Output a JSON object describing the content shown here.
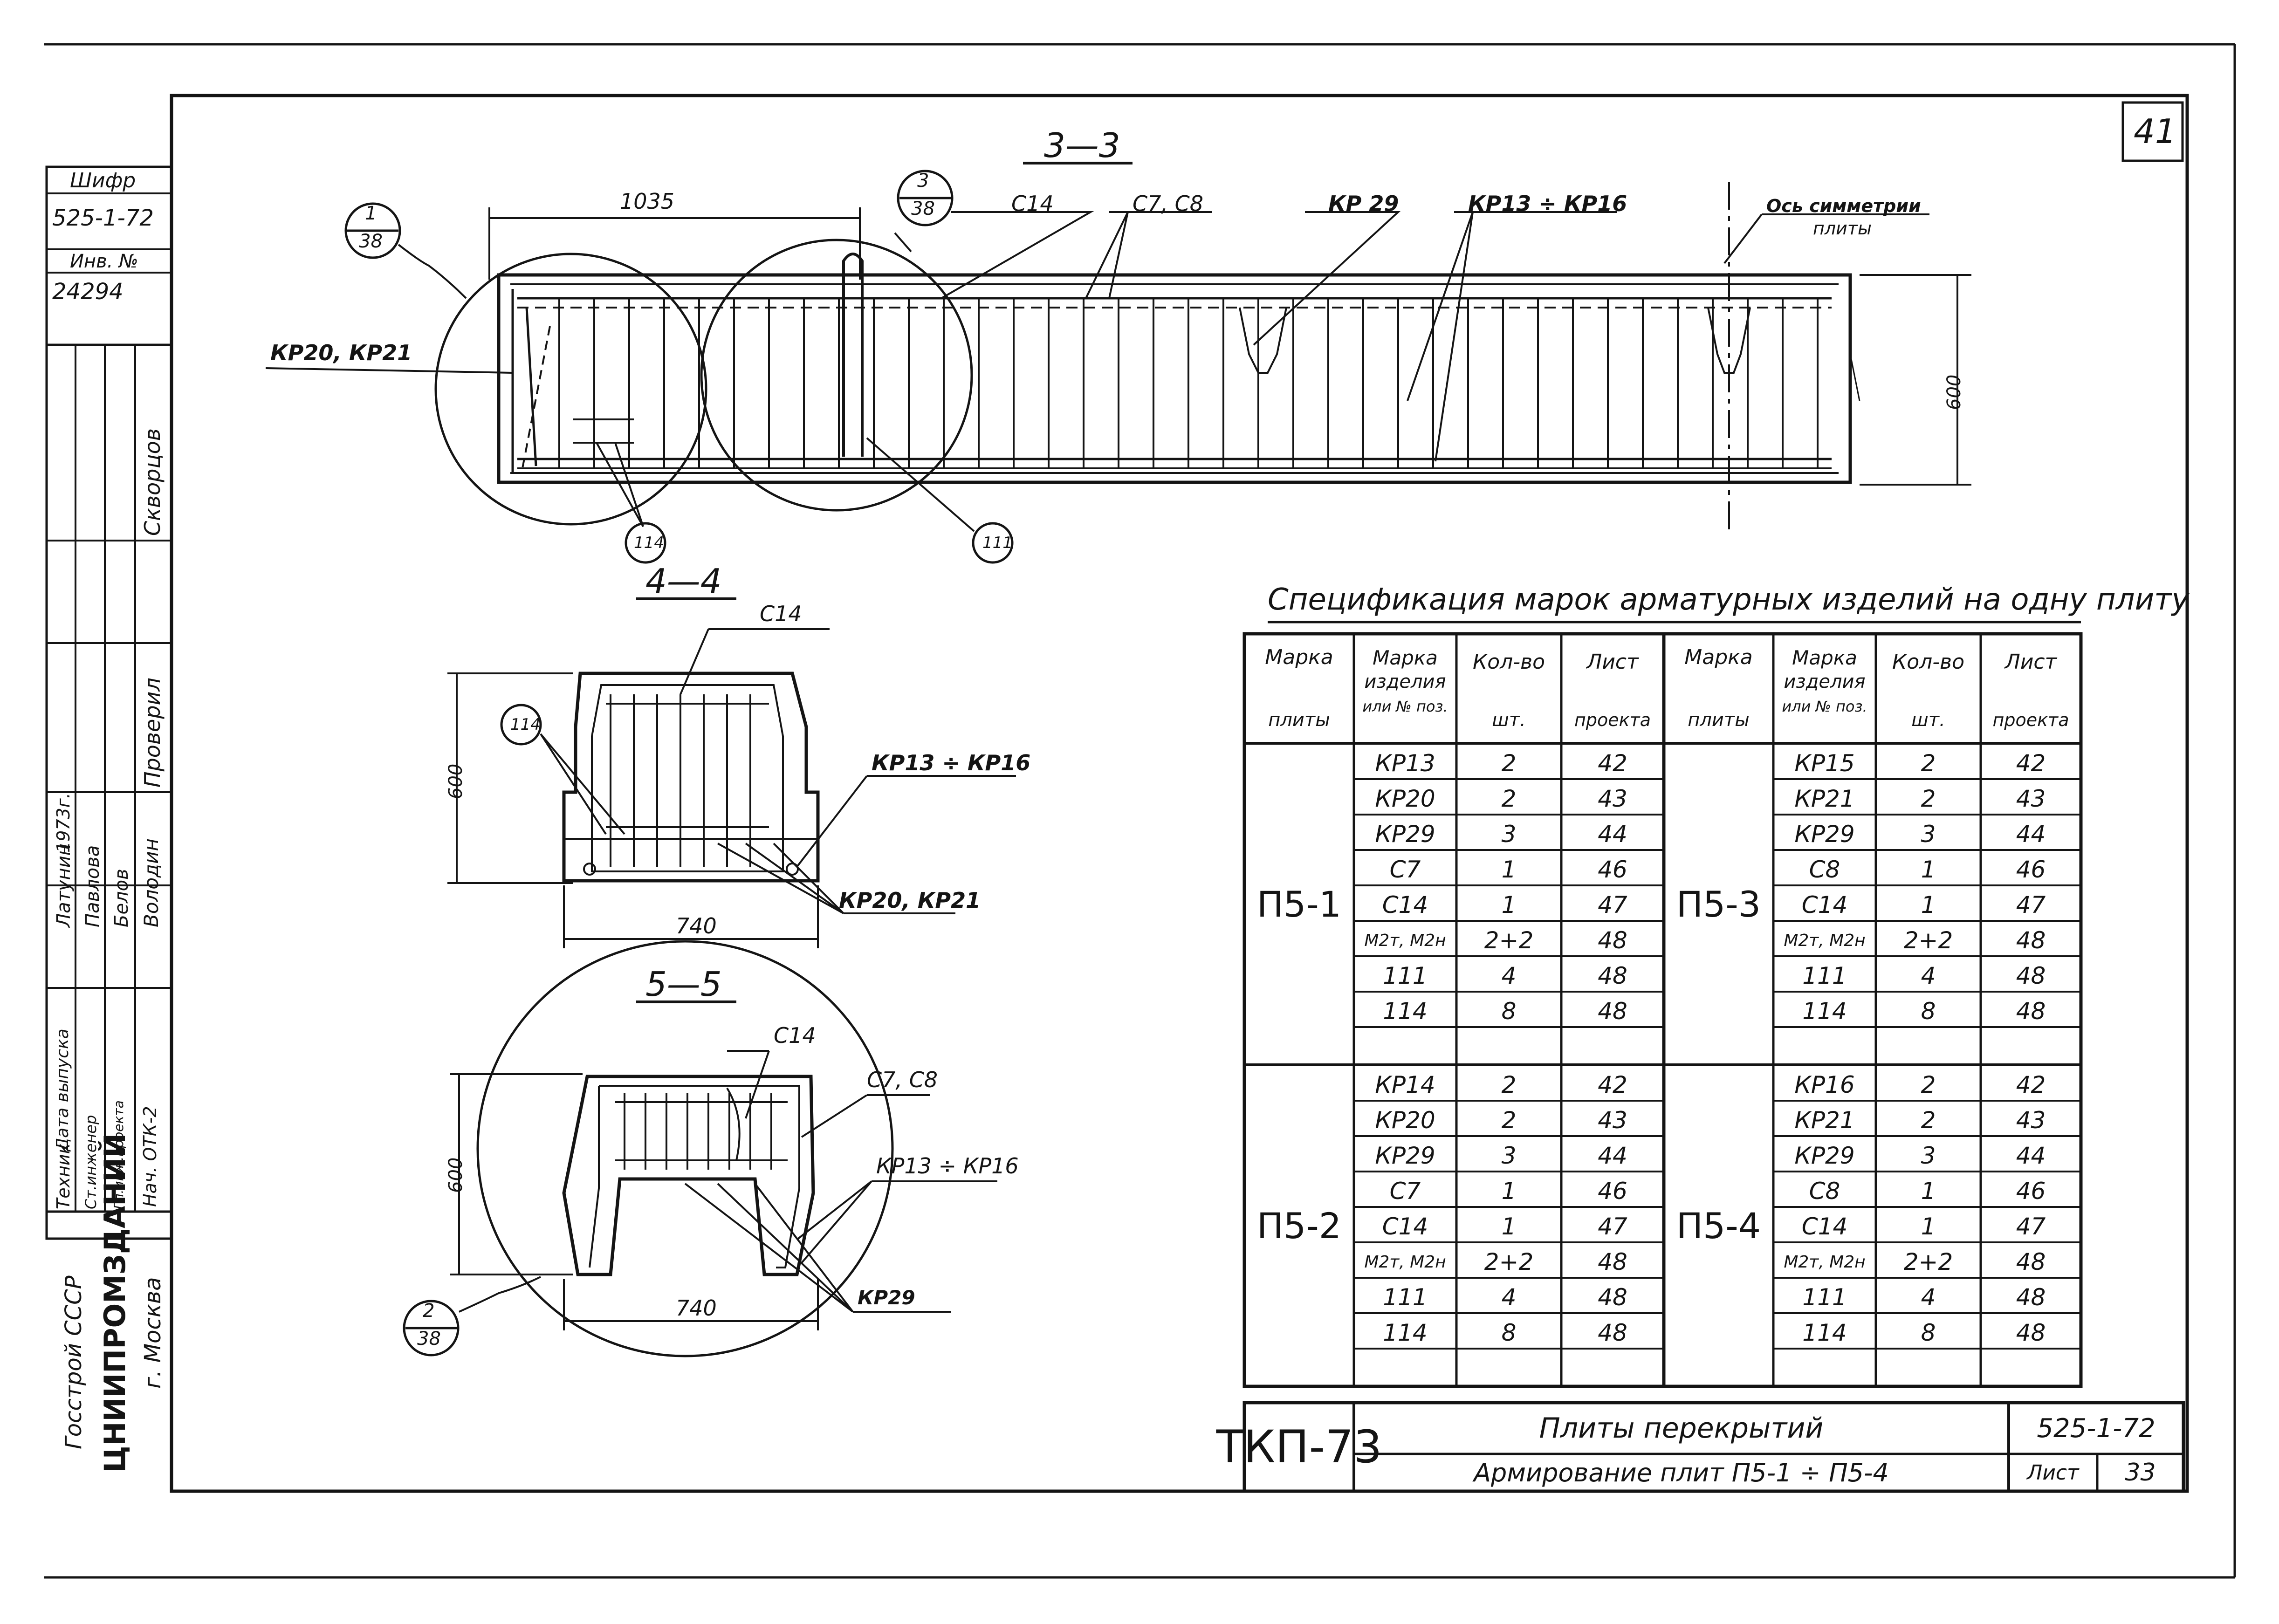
{
  "sheet": {
    "page_number": "41",
    "cipher_label": "Шифр",
    "cipher": "525-1-72",
    "inv_label": "Инв. №",
    "inv_no": "24294",
    "side_names": [
      "Скворцов",
      "Проверил",
      "Володин",
      "Белов",
      "Павлова",
      "Латунин",
      "1973г."
    ],
    "side_roles": [
      "Нач. ОТК-2",
      "Гл.инж.проекта",
      "Ст.инженер",
      "Техник",
      "Дата выпуска"
    ],
    "org": [
      "Госстрой СССР",
      "ЦНИИПРОМЗДАНИЙ",
      "г. Москва"
    ]
  },
  "drawings": {
    "section_33": {
      "title": "3—3",
      "dim_1035": "1035",
      "dim_600": "600",
      "callout_1_top": "1",
      "callout_1_bottom": "38",
      "callout_3_top": "3",
      "callout_3_bottom": "38",
      "label_c14": "С14",
      "label_c7c8": "С7, С8",
      "label_kp29": "КР 29",
      "label_kp13_16": "КР13 ÷ КР16",
      "axis_label_1": "Ось симметрии",
      "axis_label_2": "плиты",
      "label_kp20_21": "КР20, КР21",
      "bubble_114": "114",
      "bubble_111": "111"
    },
    "section_44": {
      "title": "4—4",
      "label_c14": "С14",
      "bubble_114": "114",
      "label_kp13_16": "КР13 ÷ КР16",
      "label_kp20_21": "КР20, КР21",
      "dim_600": "600",
      "dim_740": "740"
    },
    "section_55": {
      "title": "5—5",
      "label_c14": "С14",
      "label_c7c8": "С7, С8",
      "label_kp13_16": "КР13 ÷ КР16",
      "label_kp29": "КР29",
      "dim_600": "600",
      "dim_740": "740",
      "callout_2_top": "2",
      "callout_2_bottom": "38"
    }
  },
  "spec_table": {
    "title": "Спецификация марок арматурных изделий на одну плиту",
    "headers": {
      "mark_1": "Марка",
      "mark_2": "плиты",
      "item_1": "Марка",
      "item_2": "изделия",
      "item_3": "или № поз.",
      "qty_1": "Кол-во",
      "qty_2": "шт.",
      "sheet_1": "Лист",
      "sheet_2": "проекта"
    },
    "groups": [
      {
        "plate": "П5-1",
        "rows": [
          [
            "КР13",
            "2",
            "42"
          ],
          [
            "КР20",
            "2",
            "43"
          ],
          [
            "КР29",
            "3",
            "44"
          ],
          [
            "С7",
            "1",
            "46"
          ],
          [
            "С14",
            "1",
            "47"
          ],
          [
            "М2т, М2н",
            "2+2",
            "48"
          ],
          [
            "111",
            "4",
            "48"
          ],
          [
            "114",
            "8",
            "48"
          ]
        ]
      },
      {
        "plate": "П5-3",
        "rows": [
          [
            "КР15",
            "2",
            "42"
          ],
          [
            "КР21",
            "2",
            "43"
          ],
          [
            "КР29",
            "3",
            "44"
          ],
          [
            "С8",
            "1",
            "46"
          ],
          [
            "С14",
            "1",
            "47"
          ],
          [
            "М2т, М2н",
            "2+2",
            "48"
          ],
          [
            "111",
            "4",
            "48"
          ],
          [
            "114",
            "8",
            "48"
          ]
        ]
      },
      {
        "plate": "П5-2",
        "rows": [
          [
            "КР14",
            "2",
            "42"
          ],
          [
            "КР20",
            "2",
            "43"
          ],
          [
            "КР29",
            "3",
            "44"
          ],
          [
            "С7",
            "1",
            "46"
          ],
          [
            "С14",
            "1",
            "47"
          ],
          [
            "М2т, М2н",
            "2+2",
            "48"
          ],
          [
            "111",
            "4",
            "48"
          ],
          [
            "114",
            "8",
            "48"
          ]
        ]
      },
      {
        "plate": "П5-4",
        "rows": [
          [
            "КР16",
            "2",
            "42"
          ],
          [
            "КР21",
            "2",
            "43"
          ],
          [
            "КР29",
            "3",
            "44"
          ],
          [
            "С8",
            "1",
            "46"
          ],
          [
            "С14",
            "1",
            "47"
          ],
          [
            "М2т, М2н",
            "2+2",
            "48"
          ],
          [
            "111",
            "4",
            "48"
          ],
          [
            "114",
            "8",
            "48"
          ]
        ]
      }
    ]
  },
  "title_block": {
    "series": "ТКП-73",
    "name": "Плиты перекрытий",
    "subtitle": "Армирование плит П5-1 ÷ П5-4",
    "code": "525-1-72",
    "sheet_label": "Лист",
    "sheet_no": "33"
  }
}
